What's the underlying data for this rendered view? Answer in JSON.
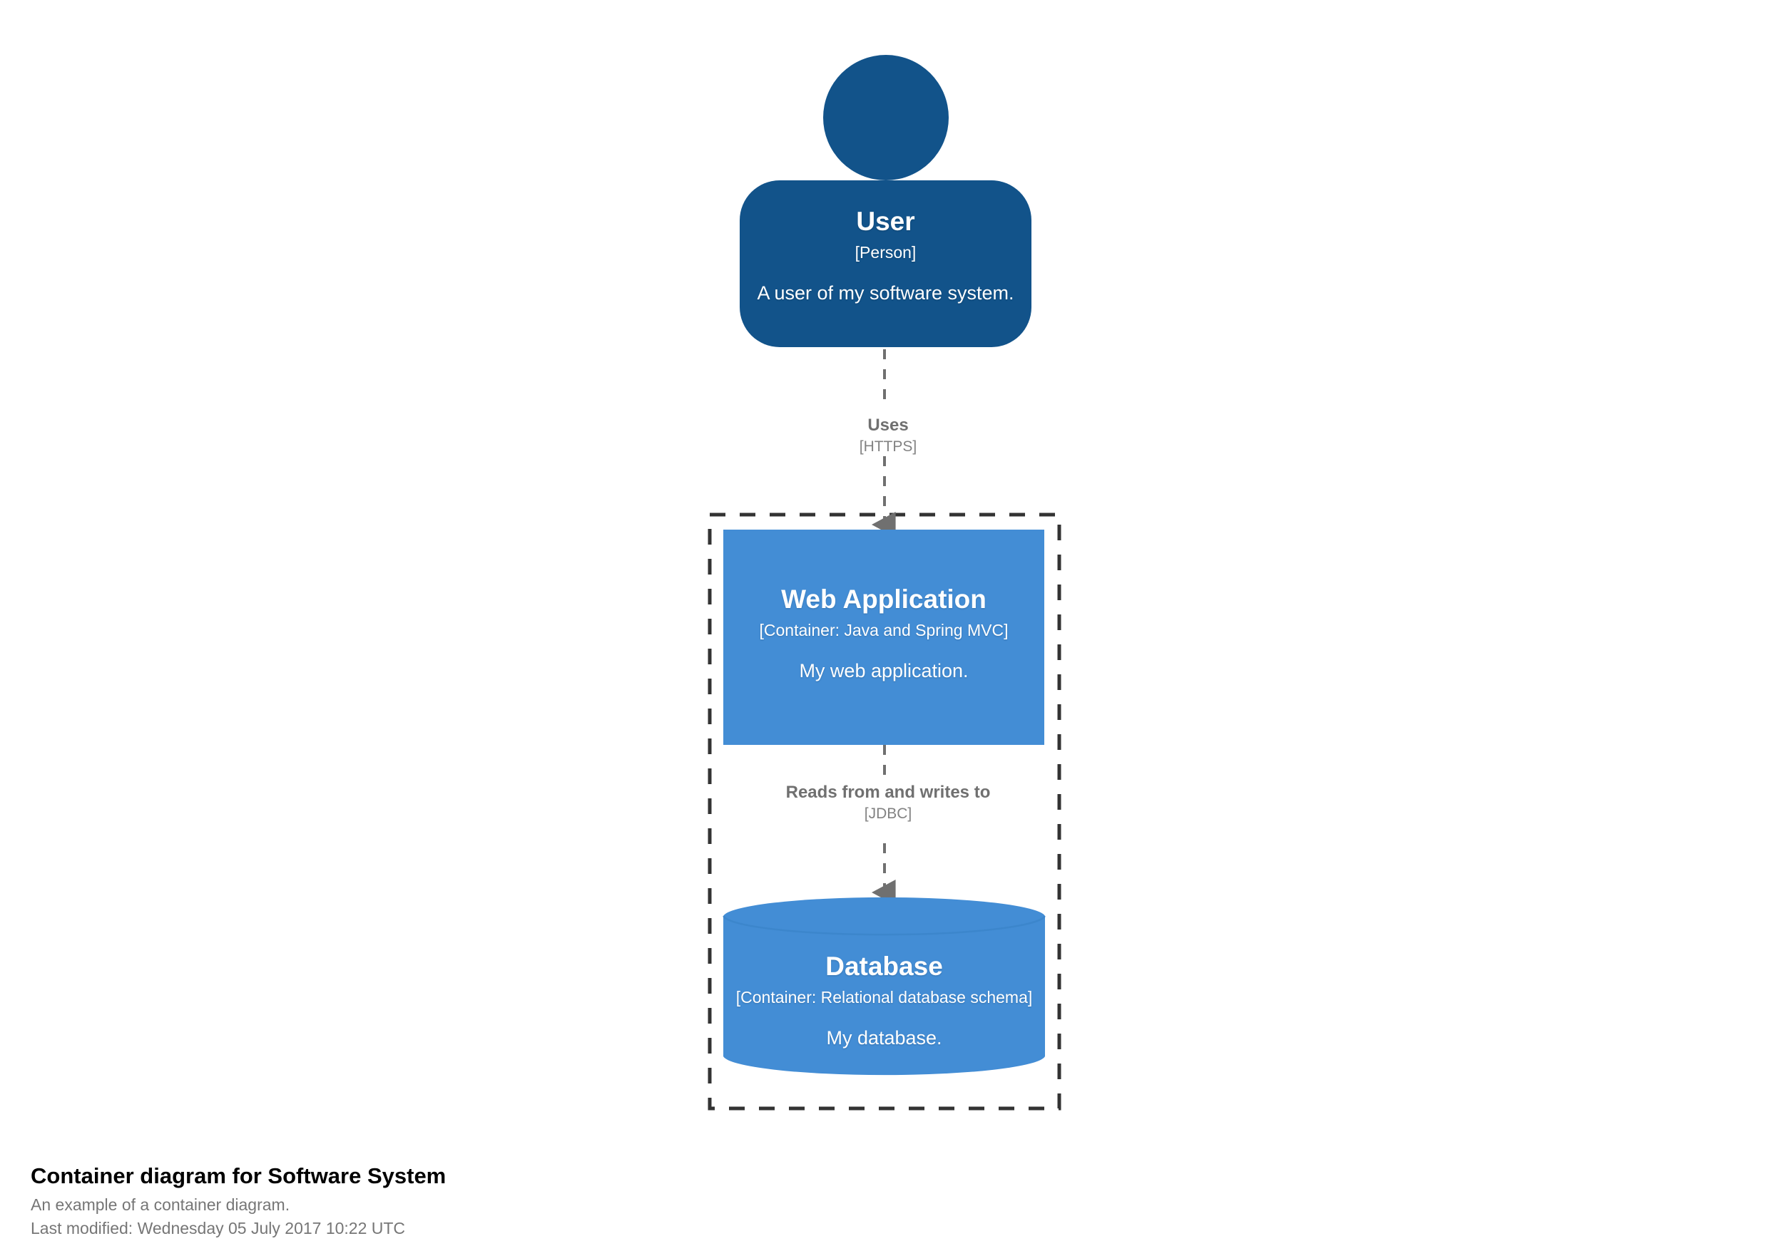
{
  "diagram": {
    "type": "c4-container-diagram",
    "background_color": "#ffffff",
    "person_color": "#12538A",
    "container_color": "#438DD5",
    "boundary_color": "#333333",
    "relationship_color": "#707070",
    "node_text_color": "#ffffff"
  },
  "nodes": {
    "person": {
      "name": "User",
      "tech": "[Person]",
      "description": "A user of my software system.",
      "shape": "person"
    },
    "web_application": {
      "name": "Web Application",
      "tech": "[Container: Java and Spring MVC]",
      "description": "My web application.",
      "shape": "box"
    },
    "database": {
      "name": "Database",
      "tech": "[Container: Relational database schema]",
      "description": "My database.",
      "shape": "cylinder"
    }
  },
  "boundary": {
    "label": "",
    "style": "dashed"
  },
  "relationships": [
    {
      "id": "uses",
      "from": "person",
      "to": "web_application",
      "description": "Uses",
      "technology": "[HTTPS]"
    },
    {
      "id": "reads-writes",
      "from": "web_application",
      "to": "database",
      "description": "Reads from and writes to",
      "technology": "[JDBC]"
    }
  ],
  "caption": {
    "title": "Container diagram for Software System",
    "subtitle": "An example of a container diagram.",
    "last_modified": "Last modified: Wednesday 05 July 2017 10:22 UTC"
  }
}
